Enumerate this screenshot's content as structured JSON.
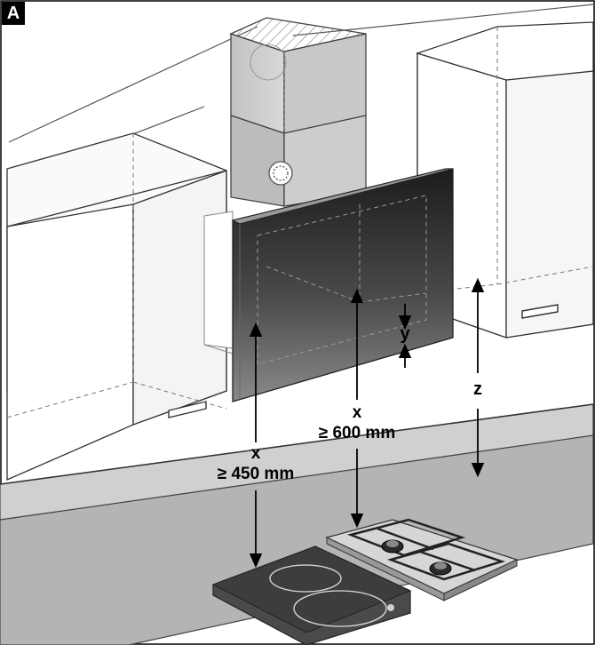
{
  "figure": {
    "panel_label": "A"
  },
  "dimensions": {
    "left_hob": {
      "variable": "x",
      "value": "≥ 450 mm"
    },
    "right_hob": {
      "variable": "x",
      "value": "≥ 600 mm"
    },
    "hood_overlap": {
      "variable": "y"
    },
    "cabinet_gap": {
      "variable": "z"
    }
  },
  "colors": {
    "glass_dark": "#1c1c1c",
    "glass_light": "#8a8a8a",
    "chimney": "#c6c6c6",
    "countertop": "#a8a8a8",
    "line": "#333333"
  }
}
